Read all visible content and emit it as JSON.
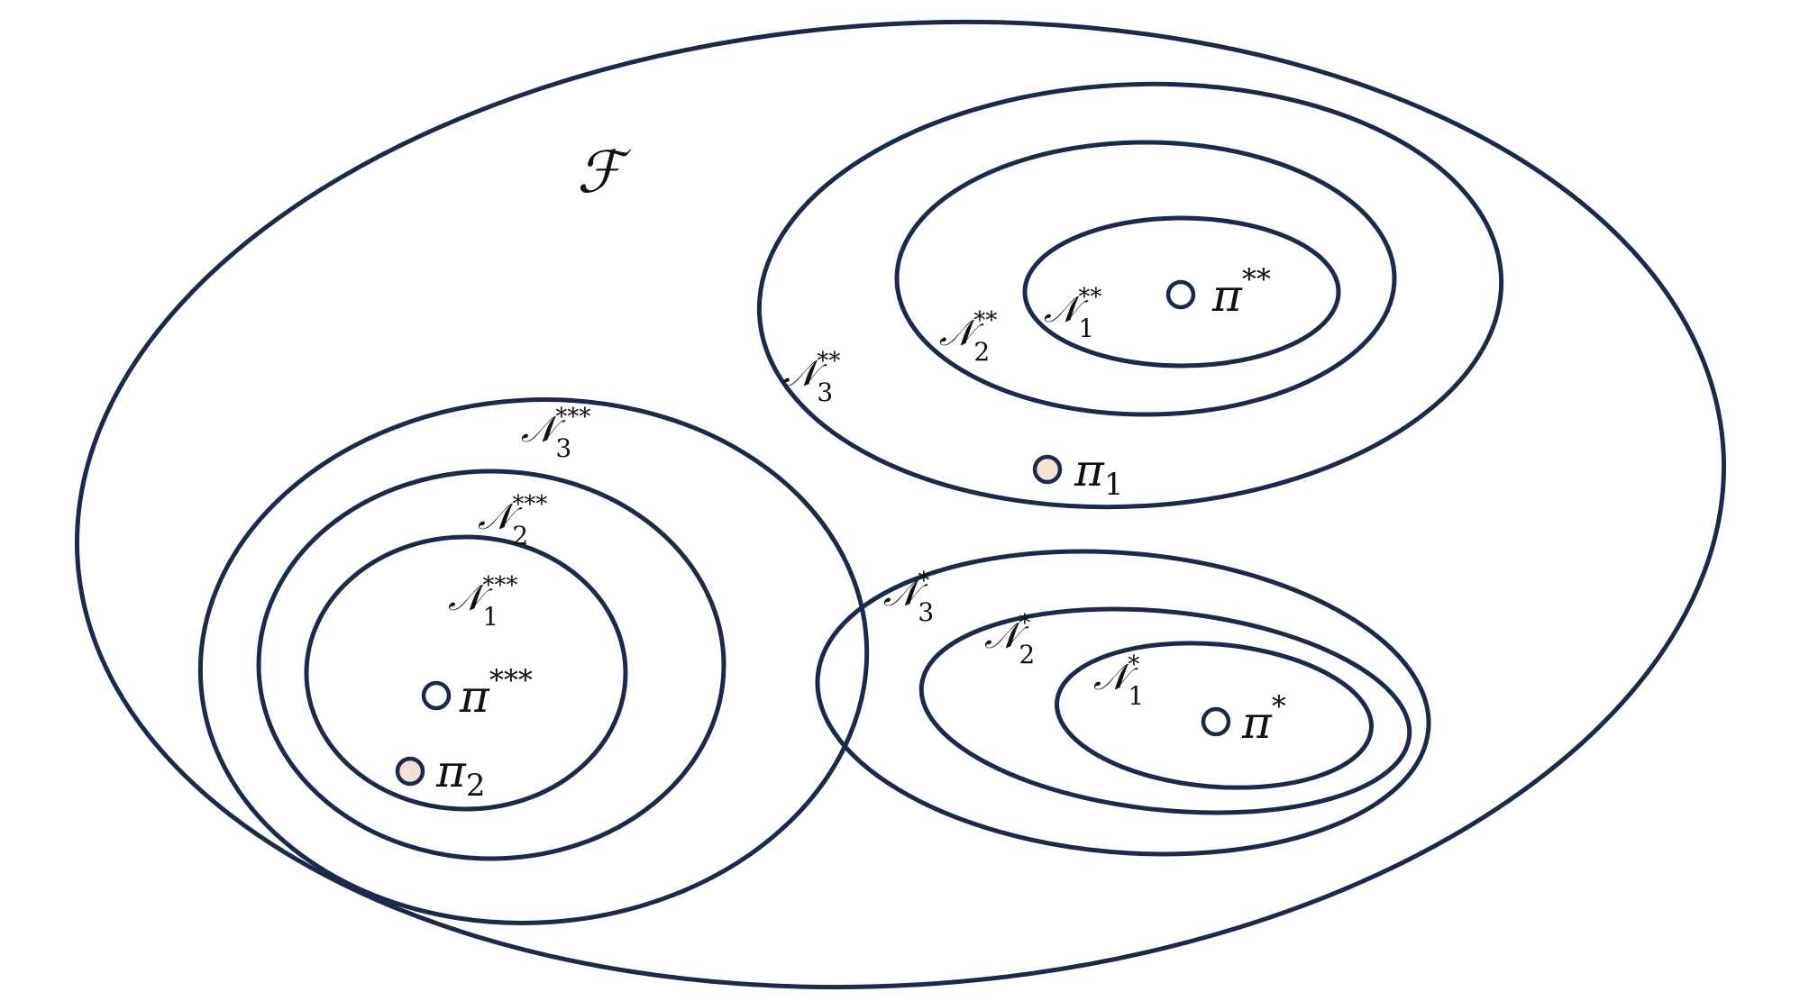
{
  "colors": {
    "stroke": "#1b2a4a",
    "open_point_fill": "#ffffff",
    "filled_point_fill": "#f6e0d2",
    "text": "#111111"
  },
  "universe": {
    "label": "ℱ"
  },
  "cluster_double_star": {
    "outer_label": {
      "sym": "𝒩",
      "sub": "3",
      "sup": "**"
    },
    "middle_label": {
      "sym": "𝒩",
      "sub": "2",
      "sup": "**"
    },
    "inner_label": {
      "sym": "𝒩",
      "sub": "1",
      "sup": "**"
    },
    "center_point": {
      "sym": "π",
      "sub": "",
      "sup": "**"
    }
  },
  "point_pi1": {
    "sym": "π",
    "sub": "1",
    "sup": ""
  },
  "cluster_triple_star": {
    "outer_label": {
      "sym": "𝒩",
      "sub": "3",
      "sup": "***"
    },
    "middle_label": {
      "sym": "𝒩",
      "sub": "2",
      "sup": "***"
    },
    "inner_label": {
      "sym": "𝒩",
      "sub": "1",
      "sup": "***"
    },
    "center_point": {
      "sym": "π",
      "sub": "",
      "sup": "***"
    }
  },
  "point_pi2": {
    "sym": "π",
    "sub": "2",
    "sup": ""
  },
  "cluster_single_star": {
    "outer_label": {
      "sym": "𝒩",
      "sub": "3",
      "sup": "*"
    },
    "middle_label": {
      "sym": "𝒩",
      "sub": "2",
      "sup": "*"
    },
    "inner_label": {
      "sym": "𝒩",
      "sub": "1",
      "sup": "*"
    },
    "center_point": {
      "sym": "π",
      "sub": "",
      "sup": "*"
    }
  }
}
